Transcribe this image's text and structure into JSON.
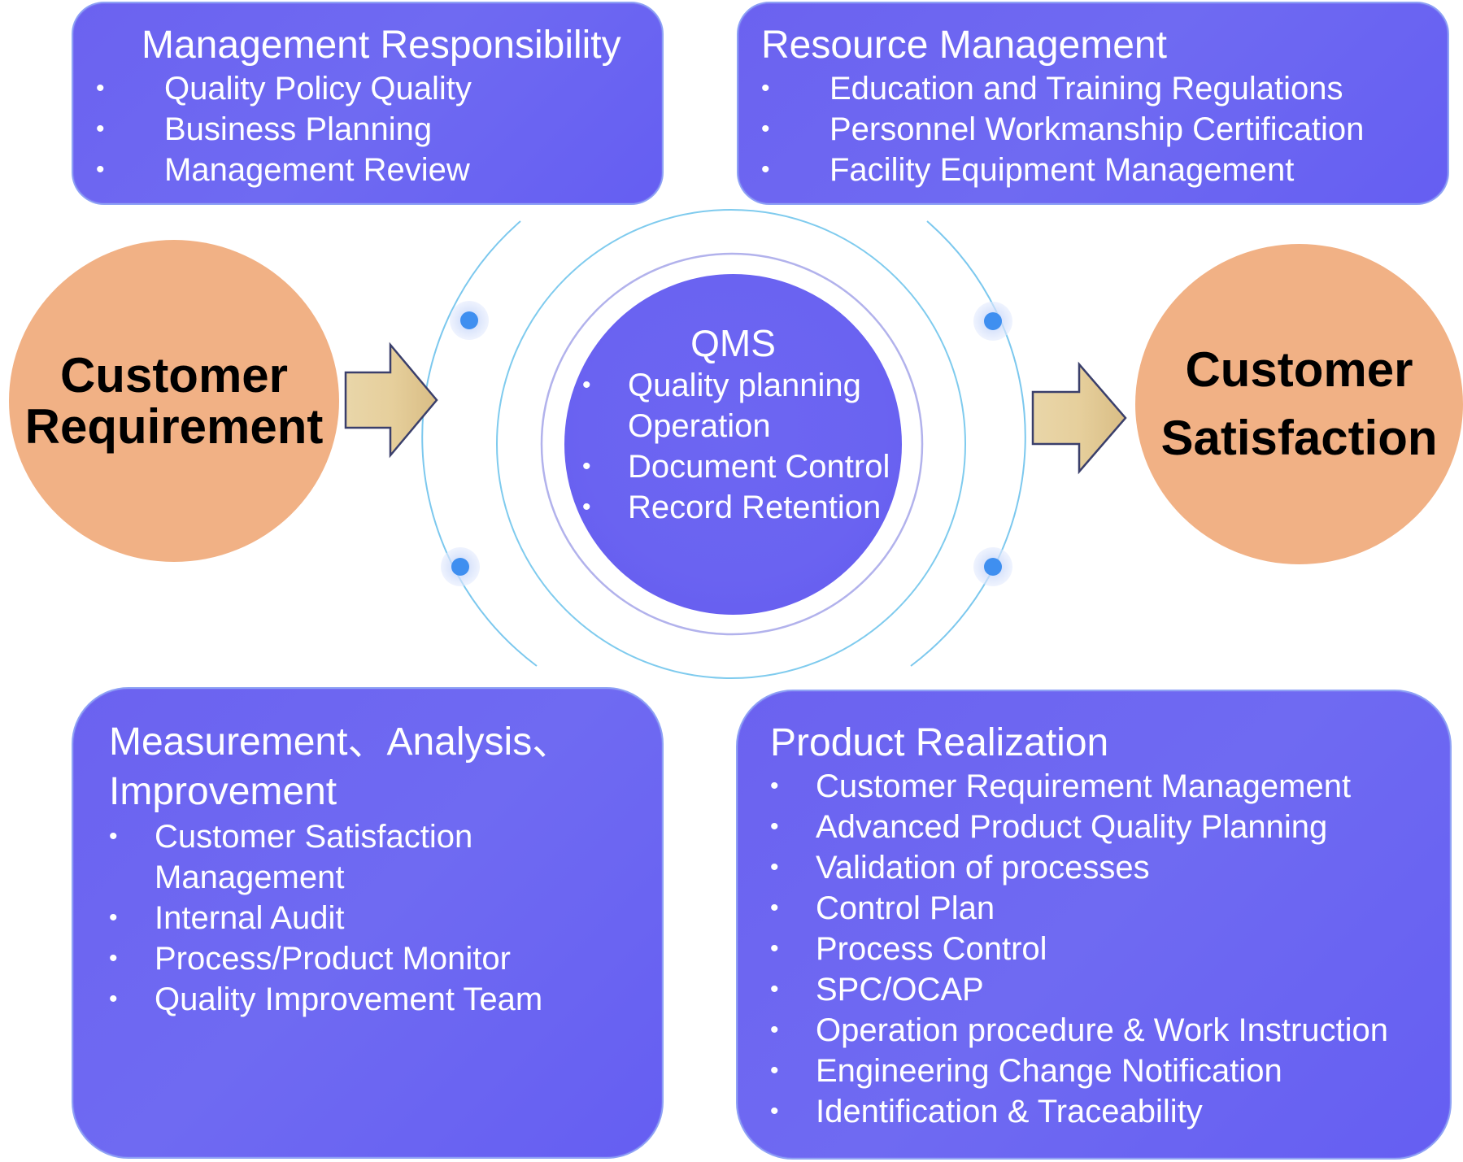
{
  "management_responsibility": {
    "title": "Management Responsibility",
    "items": [
      "Quality Policy Quality",
      "Business Planning",
      "Management Review"
    ]
  },
  "resource_management": {
    "title": "Resource Management",
    "items": [
      "Education and Training Regulations",
      "Personnel Workmanship Certification",
      "Facility Equipment Management"
    ]
  },
  "customer_requirement": {
    "line1": "Customer",
    "line2": "Requirement"
  },
  "customer_satisfaction": {
    "line1": "Customer",
    "line2": "Satisfaction"
  },
  "qms": {
    "title": "QMS",
    "items": [
      "Quality planning Operation",
      "Document Control",
      "Record Retention"
    ]
  },
  "measurement": {
    "title": "Measurement、Analysis、Improvement",
    "items": [
      "Customer Satisfaction Management",
      "Internal Audit",
      "Process/Product Monitor",
      "Quality Improvement Team"
    ]
  },
  "product_realization": {
    "title": "Product Realization",
    "items": [
      "Customer Requirement Management",
      "Advanced Product Quality Planning",
      "Validation of processes",
      "Control Plan",
      "Process Control",
      "SPC/OCAP",
      "Operation procedure & Work Instruction",
      "Engineering Change Notification",
      "Identification & Traceability"
    ]
  },
  "bullet_glyph": "•",
  "colors": {
    "panel": "#6b64f1",
    "panel_border": "#8ea2f5",
    "peach": "#f1b185",
    "ring": "#7fc9ef",
    "dot": "#3f8ff0",
    "arrow": "#e8d3a5"
  }
}
